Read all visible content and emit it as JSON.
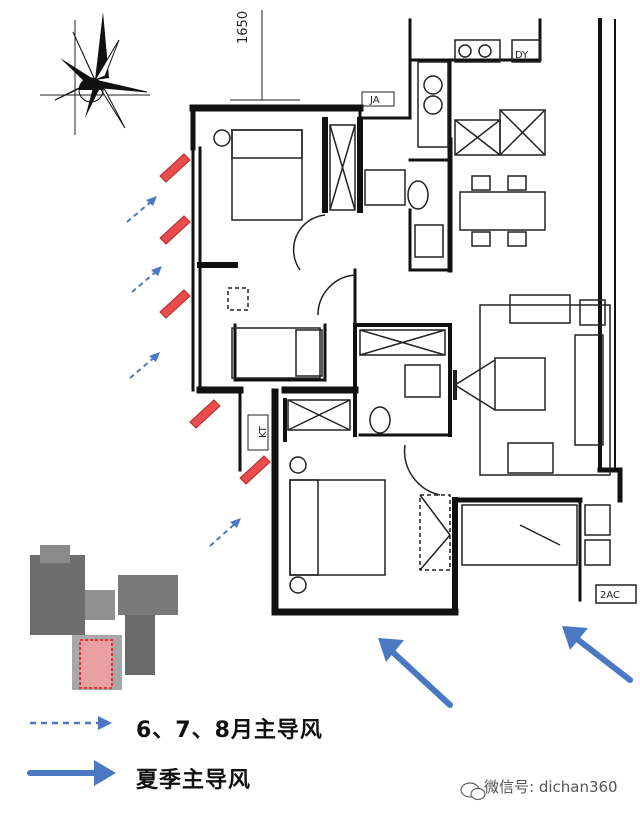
{
  "dimension_label": "1650",
  "legend": {
    "monsoon_label": "6、7、8月主导风",
    "summer_label": "夏季主导风"
  },
  "watermark": {
    "icon": "wechat-icon",
    "text": "微信号: dichan360"
  },
  "room_labels": {
    "ac_top": "JA",
    "ac_side": "KT",
    "ac_bottom": "2AC",
    "dy_label": "DY"
  },
  "colors": {
    "wall": "#111111",
    "window_arrow": "#e84c4c",
    "wind_arrow": "#4a78c2",
    "highlight": "#e83030"
  }
}
